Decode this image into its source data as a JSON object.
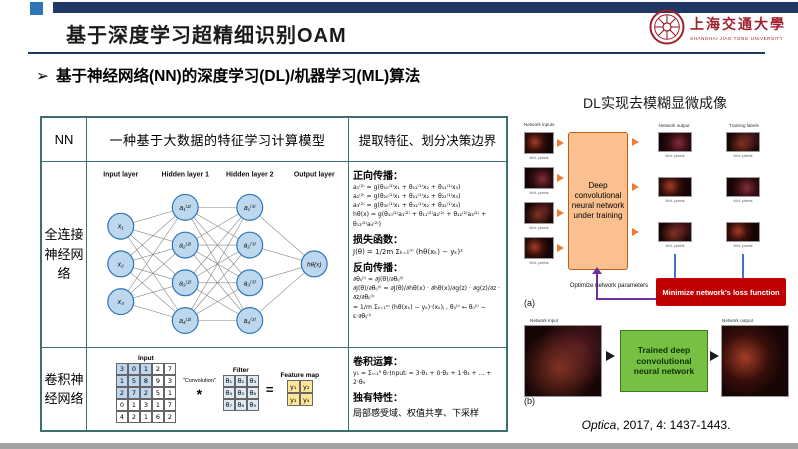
{
  "header": {
    "title": "基于深度学习超精细识别OAM",
    "logo": {
      "cn": "上海交通大學",
      "en": "SHANGHAI JIAO TONG UNIVERSITY"
    }
  },
  "bullet": {
    "marker": "➢",
    "text": "基于神经网络(NN)的深度学习(DL)/机器学习(ML)算法"
  },
  "nn_table": {
    "row1": {
      "label": "NN",
      "definition": "一种基于大数据的特征学习计算模型",
      "purpose": "提取特征、划分决策边界"
    },
    "row2": {
      "label": "全连接神经网络",
      "diagram": {
        "col_labels": [
          "Input layer",
          "Hidden layer 1",
          "Hidden layer 2",
          "Output layer"
        ],
        "inputs": [
          "x₁",
          "x₂",
          "x₃"
        ],
        "hidden1": [
          "a₁⁽²⁾",
          "a₂⁽²⁾",
          "a₃⁽²⁾",
          "a₄⁽²⁾"
        ],
        "hidden2": [
          "a₁⁽³⁾",
          "a₂⁽³⁾",
          "a₃⁽³⁾",
          "a₄⁽³⁾"
        ],
        "output": "hθ(x)"
      },
      "forward": {
        "title": "正向传播：",
        "lines": [
          "a₁⁽²⁾ = g(θ₁₀⁽¹⁾x₁ + θ₁₁⁽¹⁾x₂ + θ₁₂⁽¹⁾x₃)",
          "a₂⁽²⁾ = g(θ₂₀⁽¹⁾x₁ + θ₂₁⁽¹⁾x₂ + θ₂₂⁽¹⁾x₃)",
          "a₃⁽²⁾ = g(θ₃₀⁽¹⁾x₁ + θ₃₁⁽¹⁾x₂ + θ₃₂⁽¹⁾x₃)",
          "hθ(x) = g(θ₁₀⁽²⁾a₁⁽²⁾ + θ₁₁⁽²⁾a₂⁽²⁾ + θ₁₂⁽²⁾a₃⁽²⁾ + θ₁₃⁽²⁾a₄⁽²⁾)"
        ]
      },
      "loss": {
        "title": "损失函数：",
        "lines": [
          "J(θ) = 1/2m Σₖ₌₁ᵐ (hθ(xₖ) − yₖ)²"
        ]
      },
      "backward": {
        "title": "反向传播：",
        "lines": [
          "∂θᵢⱼ⁽ˡ⁾ = ∂J(θ)/∂θᵢⱼ⁽ˡ⁾",
          "∂J(θ)/∂θᵢⱼ⁽ˡ⁾ = ∂J(θ)/∂hθ(x) · ∂hθ(x)/∂g(z) · ∂g(z)/∂z · ∂z/∂θᵢⱼ⁽ˡ⁾",
          "= 1/m Σₖ₌₁ᵐ (hθ(xₖ) − yₖ)·(xₖ)ⱼ ,  θᵢⱼ⁽ˡ⁾ ← θᵢⱼ⁽ˡ⁾ − ε·∂θᵢⱼ⁽ˡ⁾"
        ]
      }
    },
    "row3": {
      "label": "卷积神经网络",
      "conv": {
        "input_label": "Input",
        "conv_label": "\"Convolution\"",
        "star": "*",
        "filter_label": "Filter",
        "equals": "=",
        "feature_label": "Feature map",
        "input_grid": [
          [
            3,
            0,
            1,
            2,
            7
          ],
          [
            1,
            5,
            8,
            9,
            3
          ],
          [
            2,
            7,
            2,
            5,
            1
          ],
          [
            0,
            1,
            3,
            1,
            7
          ],
          [
            4,
            2,
            1,
            6,
            2
          ]
        ],
        "filter_grid": [
          [
            "θ₁",
            "θ₂",
            "θ₃"
          ],
          [
            "θ₄",
            "θ₅",
            "θ₆"
          ],
          [
            "θ₇",
            "θ₈",
            "θ₉"
          ]
        ],
        "feature_grid": [
          [
            "y₁",
            "y₂"
          ],
          [
            "y₃",
            "y₄"
          ]
        ]
      },
      "conv_op": {
        "title": "卷积运算：",
        "lines": [
          "y₁ = Σᵢ₌₁⁹ θᵢ·Inputᵢ = 3·θ₁ + 0·θ₂ + 1·θ₃ + ... + 2·θ₉"
        ]
      },
      "features": {
        "title": "独有特性：",
        "lines": [
          "局部感受域、权值共享、下采样"
        ]
      }
    }
  },
  "right_panel": {
    "title": "DL实现去模糊显微成像",
    "pixel_label": "M×L pixels",
    "fig_a": {
      "tag": "(a)",
      "inputs_header": "Network inputs",
      "output_header": "Network output",
      "labels_header": "Training labels",
      "train_box": "Deep convolutional neural network under training",
      "optimize": "Optimize network parameters",
      "minimize": "Minimize network's loss function"
    },
    "fig_b": {
      "tag": "(b)",
      "input_header": "Network input",
      "output_header": "Network output",
      "trained_box": "Trained deep convolutional neural network"
    },
    "citation": {
      "journal": "Optica",
      "rest": ", 2017, 4: 1437-1443."
    }
  },
  "colors": {
    "navy": "#1f3864",
    "accent_blue": "#2e75b6",
    "table_border": "#3e6f6f",
    "node_fill": "#bdd7ee",
    "node_stroke": "#2e75b6",
    "train_box": "#fac090",
    "trained_box": "#77c043",
    "loss_box": "#c00000",
    "optimize_arrow": "#7030a0",
    "logo_red": "#9e1f2e",
    "feature_cell": "#ffe699"
  }
}
